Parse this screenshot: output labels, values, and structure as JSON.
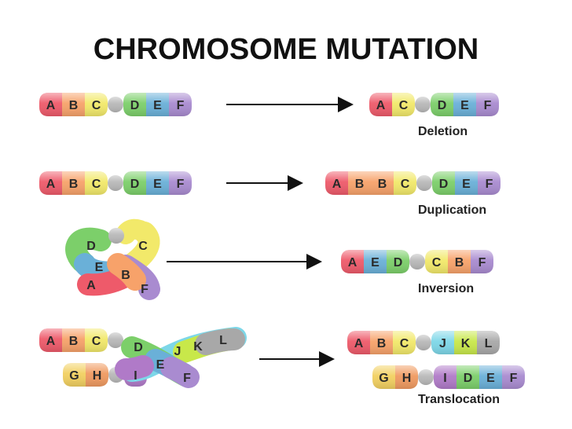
{
  "title": "CHROMOSOME MUTATION",
  "colors": {
    "A": "#ee5a6a",
    "B": "#f7a26a",
    "C": "#f2e96a",
    "D": "#7ccf6a",
    "E": "#6ab0d8",
    "F": "#a98bd0",
    "G": "#f2d060",
    "H": "#f09a60",
    "I": "#b07ac8",
    "J": "#7dd7e8",
    "K": "#c8e84a",
    "L": "#a8a8a8",
    "centromere": "#b8b8b8"
  },
  "rows": [
    {
      "name": "deletion",
      "caption": "Deletion",
      "before": [
        "A",
        "B",
        "C",
        "*",
        "D",
        "E",
        "F"
      ],
      "after": [
        "A",
        "C",
        "*",
        "D",
        "E",
        "F"
      ]
    },
    {
      "name": "duplication",
      "caption": "Duplication",
      "before": [
        "A",
        "B",
        "C",
        "*",
        "D",
        "E",
        "F"
      ],
      "after": [
        "A",
        "B",
        "B",
        "C",
        "*",
        "D",
        "E",
        "F"
      ]
    },
    {
      "name": "inversion",
      "caption": "Inversion",
      "before_labels": [
        "D",
        "C",
        "E",
        "B",
        "A",
        "F"
      ],
      "after": [
        "A",
        "E",
        "D",
        "*",
        "C",
        "B",
        "F"
      ]
    },
    {
      "name": "translocation",
      "caption": "Translocation",
      "before_top": [
        "A",
        "B",
        "C",
        "*"
      ],
      "before_bottom": [
        "G",
        "H",
        "*",
        "I"
      ],
      "before_cross_labels": [
        "D",
        "E",
        "F",
        "J",
        "K",
        "L"
      ],
      "after_top": [
        "A",
        "B",
        "C",
        "*",
        "J",
        "K",
        "L"
      ],
      "after_bottom": [
        "G",
        "H",
        "*",
        "I",
        "D",
        "E",
        "F"
      ]
    }
  ]
}
